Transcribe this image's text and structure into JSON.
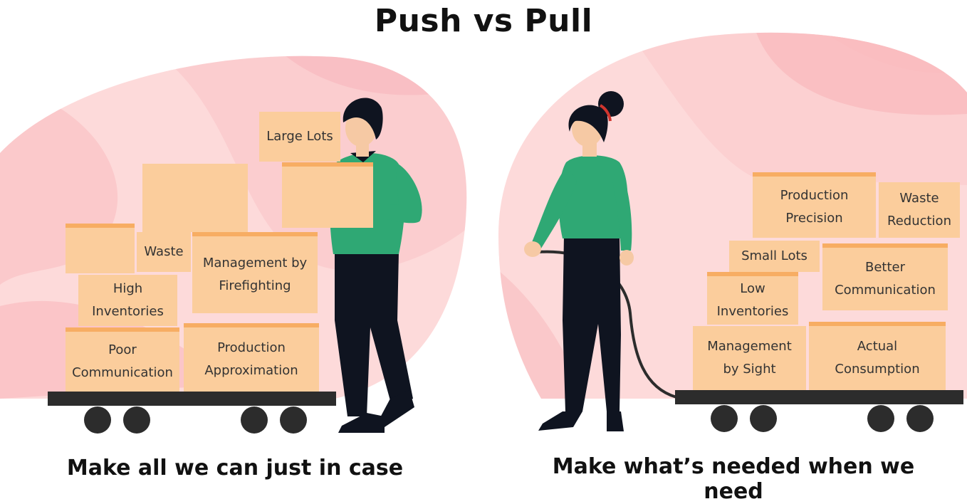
{
  "title": "Push vs Pull",
  "colors": {
    "blob": "#fddada",
    "wave": "#f9b8bb",
    "box": "#fbcd9c",
    "box_lid": "#f7ad63",
    "shirt": "#2fa874",
    "pants": "#0f1420",
    "cart": "#2c2c2c",
    "text": "#111111"
  },
  "push": {
    "boxes": {
      "large_lots": "Large Lots",
      "waste": "Waste",
      "management_by_firefighting": "Management by Firefighting",
      "high_inventories": "High Inventories",
      "poor_communication": "Poor Communication",
      "production_approximation": "Production Approximation"
    },
    "caption": "Make all we can just in case"
  },
  "pull": {
    "boxes": {
      "production_precision": "Production Precision",
      "waste_reduction": "Waste Reduction",
      "small_lots": "Small Lots",
      "better_communication": "Better Communication",
      "low_inventories": "Low Inventories",
      "management_by_sight": "Management by Sight",
      "actual_consumption": "Actual Consumption"
    },
    "caption": "Make what’s needed when we need"
  }
}
